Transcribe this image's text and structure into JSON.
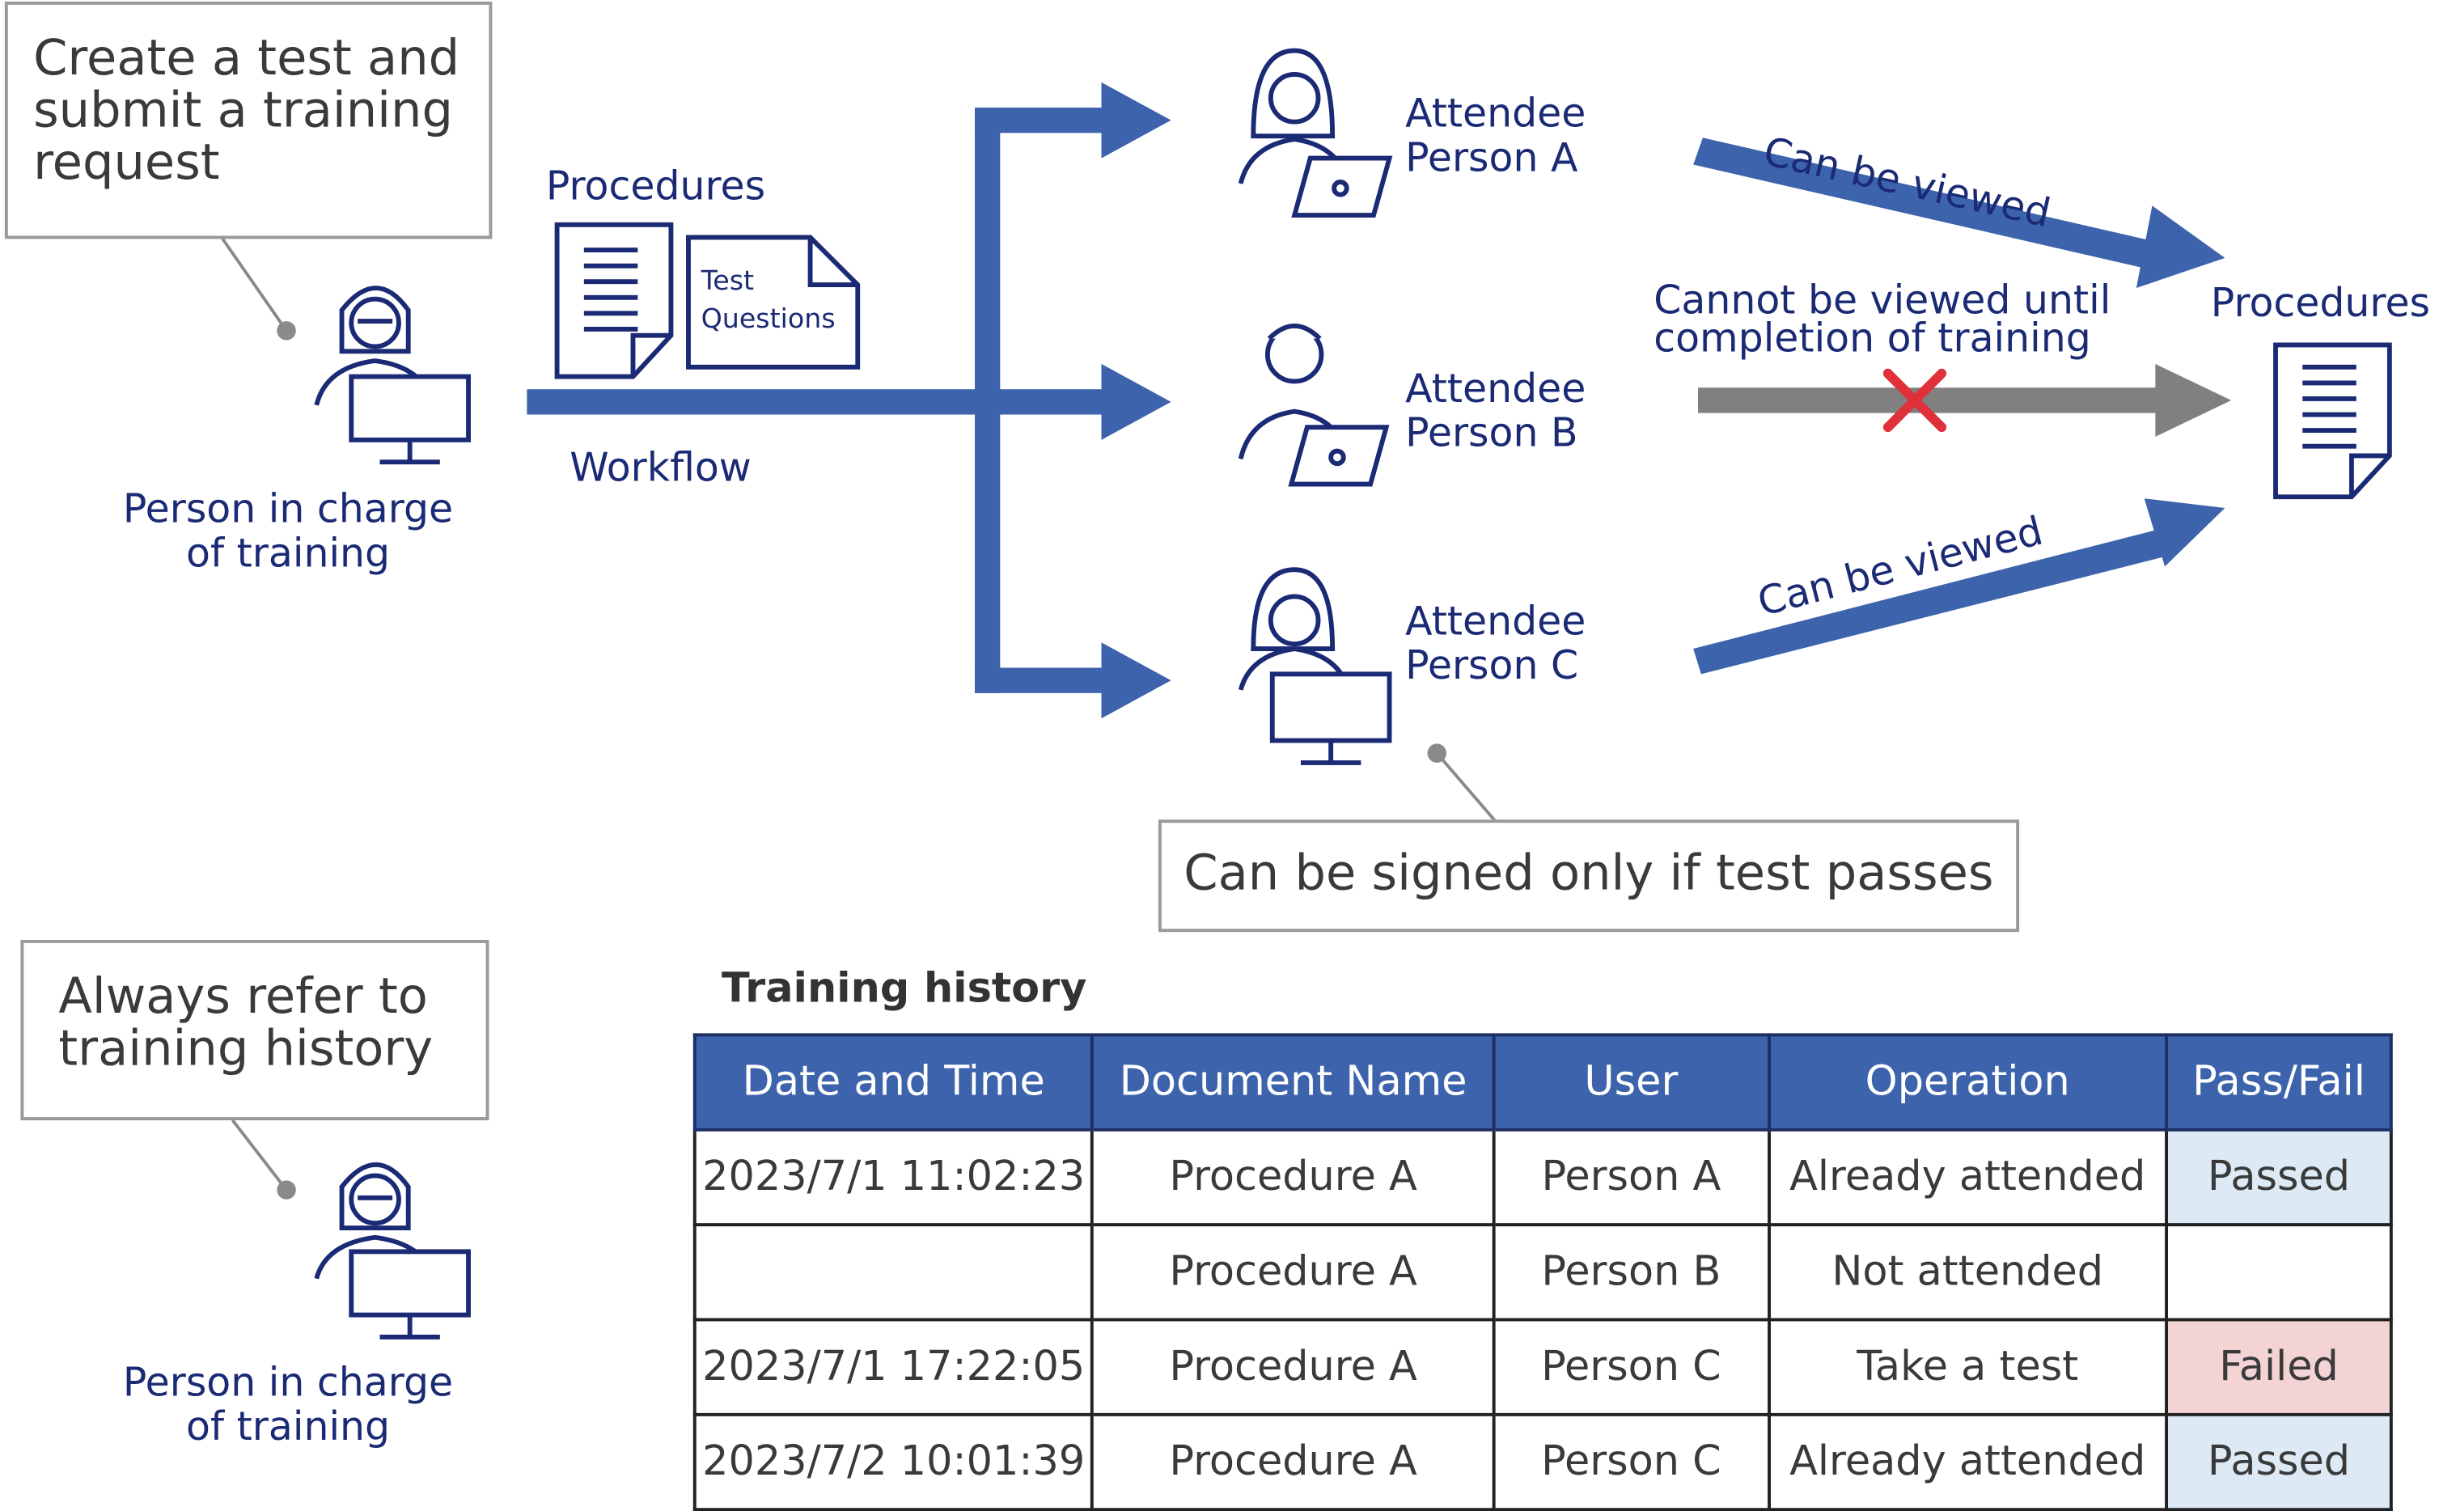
{
  "callouts": {
    "create_test": "Create a test and\nsubmit a training\nrequest",
    "signed": "Can be signed only if test passes",
    "refer_history": "Always refer to\ntraining history"
  },
  "trainer": {
    "label": "Person in charge\nof training"
  },
  "workflow": {
    "procedures_label": "Procedures",
    "test_questions_label": "Test\nQuestions",
    "workflow_label": "Workflow"
  },
  "attendees": [
    {
      "label": "Attendee\nPerson A"
    },
    {
      "label": "Attendee\nPerson B"
    },
    {
      "label": "Attendee\nPerson C"
    }
  ],
  "access": {
    "a_label": "Can be viewed",
    "b_label": "Cannot be viewed until\ncompletion of training",
    "c_label": "Can be viewed",
    "target_label": "Procedures"
  },
  "history": {
    "title": "Training history",
    "headers": [
      "Date and Time",
      "Document Name",
      "User",
      "Operation",
      "Pass/Fail"
    ],
    "rows": [
      [
        "2023/7/1 11:02:23",
        "Procedure A",
        "Person A",
        "Already attended",
        "Passed"
      ],
      [
        "",
        "Procedure A",
        "Person B",
        "Not attended",
        ""
      ],
      [
        "2023/7/1 17:22:05",
        "Procedure A",
        "Person C",
        "Take a test",
        "Failed"
      ],
      [
        "2023/7/2 10:01:39",
        "Procedure A",
        "Person C",
        "Already attended",
        "Passed"
      ]
    ]
  },
  "colors": {
    "navy": "#1b2a74",
    "arrow_blue": "#3c63ab",
    "arrow_gray": "#808080",
    "cross_red": "#e0303a"
  }
}
